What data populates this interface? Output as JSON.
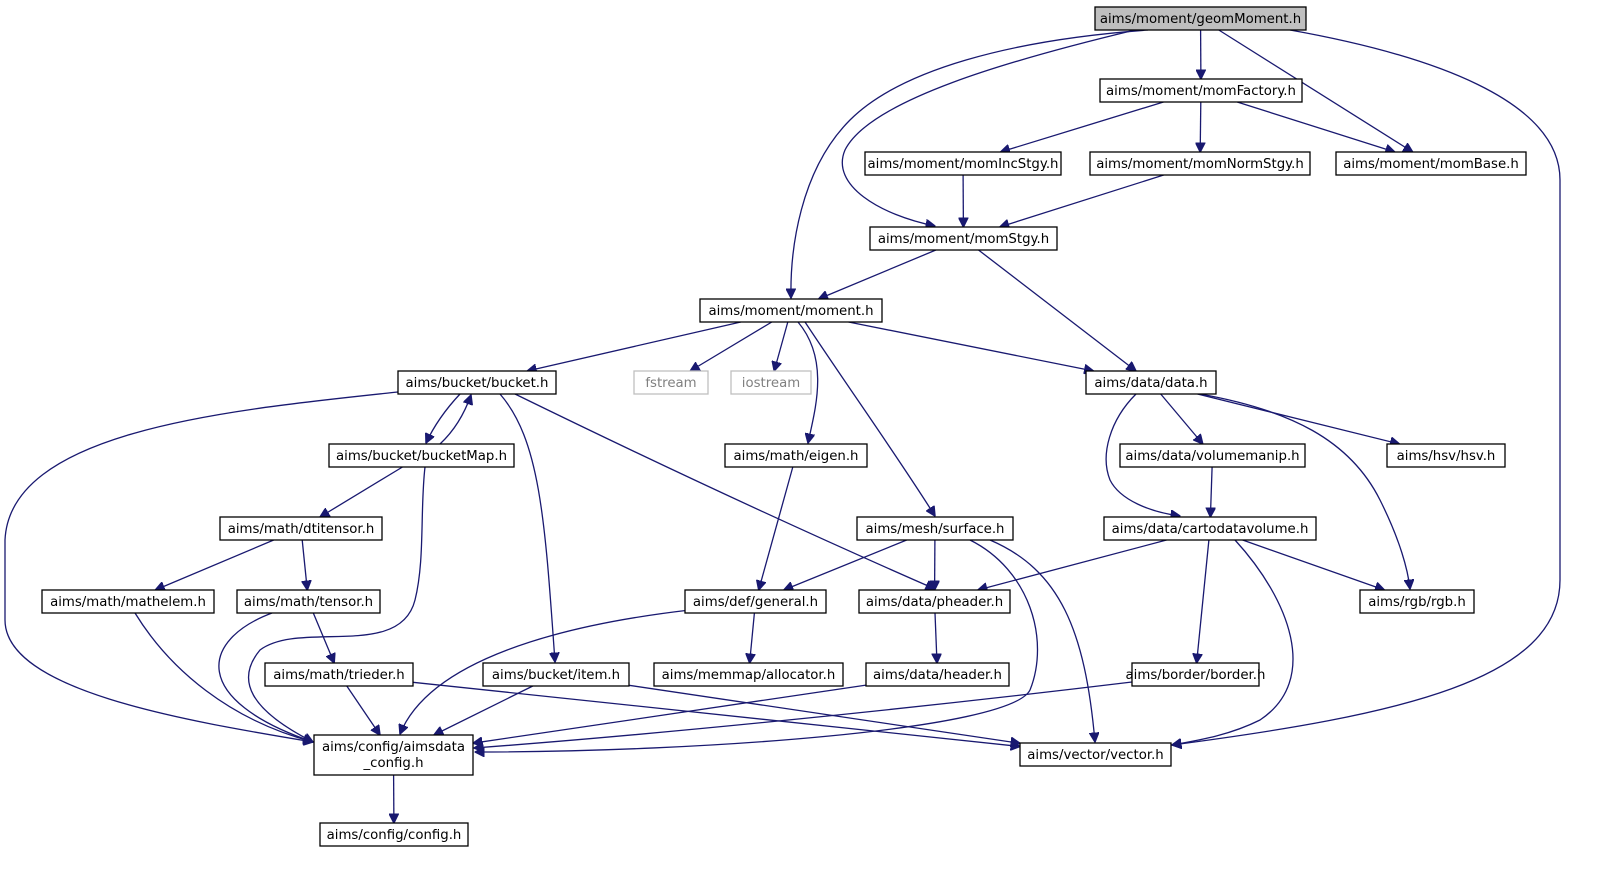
{
  "diagram": {
    "type": "include-dependency-graph",
    "edge_color": "#191970",
    "root_fill": "#bfbfbf",
    "external_border": "#bfbfbf",
    "nodes": [
      {
        "id": "geomMoment",
        "label": "aims/moment/geomMoment.h",
        "kind": "root"
      },
      {
        "id": "momFactory",
        "label": "aims/moment/momFactory.h",
        "kind": "file"
      },
      {
        "id": "momIncStgy",
        "label": "aims/moment/momIncStgy.h",
        "kind": "file"
      },
      {
        "id": "momNormStgy",
        "label": "aims/moment/momNormStgy.h",
        "kind": "file"
      },
      {
        "id": "momBase",
        "label": "aims/moment/momBase.h",
        "kind": "file"
      },
      {
        "id": "momStgy",
        "label": "aims/moment/momStgy.h",
        "kind": "file"
      },
      {
        "id": "moment",
        "label": "aims/moment/moment.h",
        "kind": "file"
      },
      {
        "id": "bucket",
        "label": "aims/bucket/bucket.h",
        "kind": "file"
      },
      {
        "id": "fstream",
        "label": "fstream",
        "kind": "ext"
      },
      {
        "id": "iostream",
        "label": "iostream",
        "kind": "ext"
      },
      {
        "id": "data",
        "label": "aims/data/data.h",
        "kind": "file"
      },
      {
        "id": "bucketMap",
        "label": "aims/bucket/bucketMap.h",
        "kind": "file"
      },
      {
        "id": "eigen",
        "label": "aims/math/eigen.h",
        "kind": "file"
      },
      {
        "id": "volumemanip",
        "label": "aims/data/volumemanip.h",
        "kind": "file"
      },
      {
        "id": "hsv",
        "label": "aims/hsv/hsv.h",
        "kind": "file"
      },
      {
        "id": "dtitensor",
        "label": "aims/math/dtitensor.h",
        "kind": "file"
      },
      {
        "id": "surface",
        "label": "aims/mesh/surface.h",
        "kind": "file"
      },
      {
        "id": "cartodatavolume",
        "label": "aims/data/cartodatavolume.h",
        "kind": "file"
      },
      {
        "id": "mathelem",
        "label": "aims/math/mathelem.h",
        "kind": "file"
      },
      {
        "id": "tensor",
        "label": "aims/math/tensor.h",
        "kind": "file"
      },
      {
        "id": "general",
        "label": "aims/def/general.h",
        "kind": "file"
      },
      {
        "id": "pheader",
        "label": "aims/data/pheader.h",
        "kind": "file"
      },
      {
        "id": "rgb",
        "label": "aims/rgb/rgb.h",
        "kind": "file"
      },
      {
        "id": "trieder",
        "label": "aims/math/trieder.h",
        "kind": "file"
      },
      {
        "id": "item",
        "label": "aims/bucket/item.h",
        "kind": "file"
      },
      {
        "id": "allocator",
        "label": "aims/memmap/allocator.h",
        "kind": "file"
      },
      {
        "id": "header",
        "label": "aims/data/header.h",
        "kind": "file"
      },
      {
        "id": "border",
        "label": "aims/border/border.h",
        "kind": "file"
      },
      {
        "id": "aimsdata_config",
        "label": "aims/config/aimsdata",
        "label2": "_config.h",
        "kind": "file"
      },
      {
        "id": "vector",
        "label": "aims/vector/vector.h",
        "kind": "file"
      },
      {
        "id": "config",
        "label": "aims/config/config.h",
        "kind": "file"
      }
    ],
    "edges": [
      {
        "from": "geomMoment",
        "to": "momFactory"
      },
      {
        "from": "geomMoment",
        "to": "momBase"
      },
      {
        "from": "geomMoment",
        "to": "momStgy"
      },
      {
        "from": "geomMoment",
        "to": "moment"
      },
      {
        "from": "geomMoment",
        "to": "vector"
      },
      {
        "from": "momFactory",
        "to": "momIncStgy"
      },
      {
        "from": "momFactory",
        "to": "momNormStgy"
      },
      {
        "from": "momFactory",
        "to": "momBase"
      },
      {
        "from": "momIncStgy",
        "to": "momStgy"
      },
      {
        "from": "momNormStgy",
        "to": "momStgy"
      },
      {
        "from": "momStgy",
        "to": "moment"
      },
      {
        "from": "momStgy",
        "to": "data"
      },
      {
        "from": "moment",
        "to": "bucket"
      },
      {
        "from": "moment",
        "to": "fstream"
      },
      {
        "from": "moment",
        "to": "iostream"
      },
      {
        "from": "moment",
        "to": "data"
      },
      {
        "from": "moment",
        "to": "eigen"
      },
      {
        "from": "moment",
        "to": "surface"
      },
      {
        "from": "bucket",
        "to": "bucketMap"
      },
      {
        "from": "bucketMap",
        "to": "bucket"
      },
      {
        "from": "bucket",
        "to": "aimsdata_config"
      },
      {
        "from": "bucket",
        "to": "item"
      },
      {
        "from": "bucket",
        "to": "pheader"
      },
      {
        "from": "bucketMap",
        "to": "dtitensor"
      },
      {
        "from": "bucketMap",
        "to": "aimsdata_config"
      },
      {
        "from": "data",
        "to": "volumemanip"
      },
      {
        "from": "data",
        "to": "hsv"
      },
      {
        "from": "data",
        "to": "cartodatavolume"
      },
      {
        "from": "data",
        "to": "rgb"
      },
      {
        "from": "eigen",
        "to": "general"
      },
      {
        "from": "volumemanip",
        "to": "cartodatavolume"
      },
      {
        "from": "dtitensor",
        "to": "mathelem"
      },
      {
        "from": "dtitensor",
        "to": "tensor"
      },
      {
        "from": "surface",
        "to": "general"
      },
      {
        "from": "surface",
        "to": "pheader"
      },
      {
        "from": "surface",
        "to": "aimsdata_config"
      },
      {
        "from": "surface",
        "to": "vector"
      },
      {
        "from": "cartodatavolume",
        "to": "pheader"
      },
      {
        "from": "cartodatavolume",
        "to": "rgb"
      },
      {
        "from": "cartodatavolume",
        "to": "border"
      },
      {
        "from": "cartodatavolume",
        "to": "vector"
      },
      {
        "from": "mathelem",
        "to": "aimsdata_config"
      },
      {
        "from": "tensor",
        "to": "trieder"
      },
      {
        "from": "tensor",
        "to": "aimsdata_config"
      },
      {
        "from": "general",
        "to": "allocator"
      },
      {
        "from": "general",
        "to": "aimsdata_config"
      },
      {
        "from": "pheader",
        "to": "header"
      },
      {
        "from": "trieder",
        "to": "aimsdata_config"
      },
      {
        "from": "trieder",
        "to": "vector"
      },
      {
        "from": "item",
        "to": "aimsdata_config"
      },
      {
        "from": "item",
        "to": "vector"
      },
      {
        "from": "header",
        "to": "aimsdata_config"
      },
      {
        "from": "border",
        "to": "aimsdata_config"
      },
      {
        "from": "aimsdata_config",
        "to": "config"
      }
    ]
  }
}
